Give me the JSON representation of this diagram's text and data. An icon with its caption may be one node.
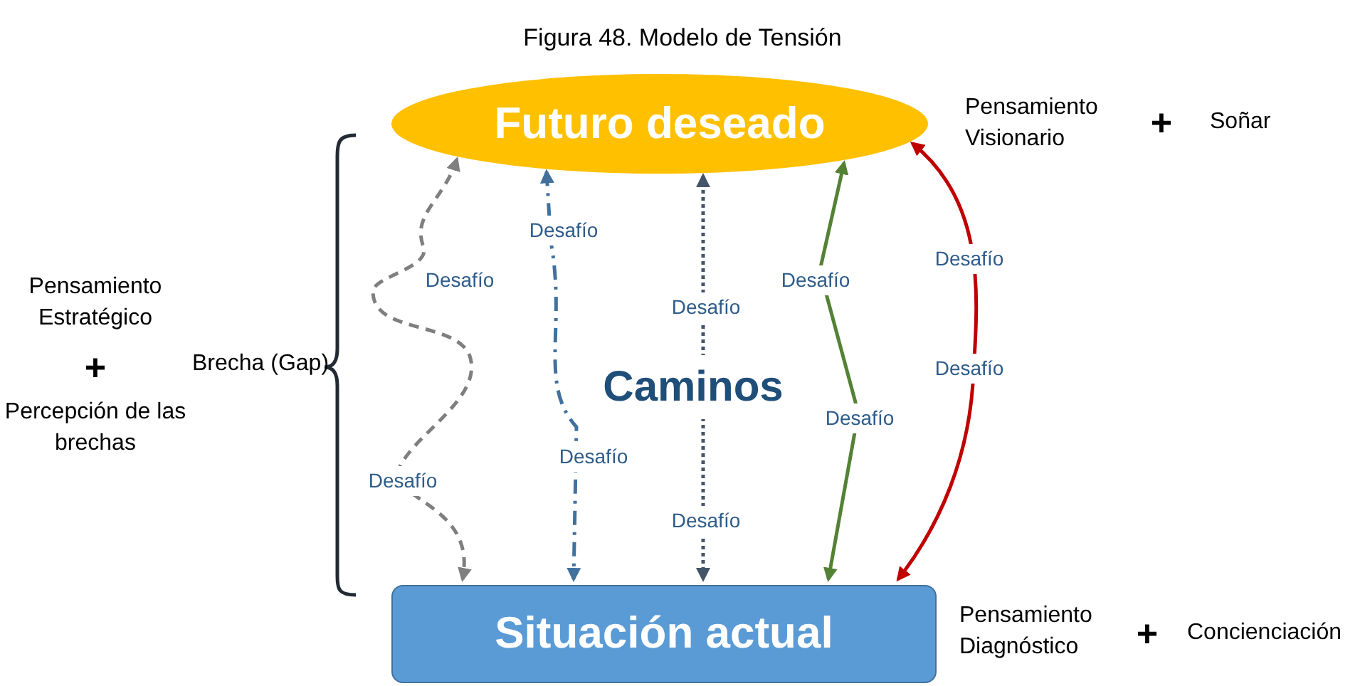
{
  "diagram": {
    "title": "Figura 48. Modelo de Tensión",
    "nodes": [
      {
        "text": [
          "Futuro deseado"
        ]
      },
      {
        "text": [
          "Situación actual"
        ]
      }
    ],
    "edges": [
      {
        "from": 0,
        "to": 1,
        "arrow": "both",
        "label": "Desafío",
        "style": "dashed",
        "color": "#7f7f7f"
      },
      {
        "from": 0,
        "to": 1,
        "arrow": "both",
        "label": "Desafío",
        "style": "dashed",
        "color": "#41719c"
      },
      {
        "from": 0,
        "to": 1,
        "arrow": "both",
        "label": "Desafío",
        "style": "dashed",
        "color": "#44546a"
      },
      {
        "from": 0,
        "to": 1,
        "arrow": "both",
        "label": "Desafío",
        "color": "#548235"
      },
      {
        "from": 0,
        "to": 1,
        "arrow": "both",
        "label": "Desafío",
        "color": "#c00000"
      }
    ],
    "labels": [
      "Pensamiento Visionario",
      "+",
      "Soñar",
      "Pensamiento Estratégico",
      "+",
      "Percepción de las brechas",
      "Brecha (Gap)",
      "Caminos",
      "Desafío",
      "Desafío",
      "Desafío",
      "Desafío",
      "Desafío",
      "Pensamiento Diagnóstico",
      "+",
      "Concienciación"
    ]
  }
}
